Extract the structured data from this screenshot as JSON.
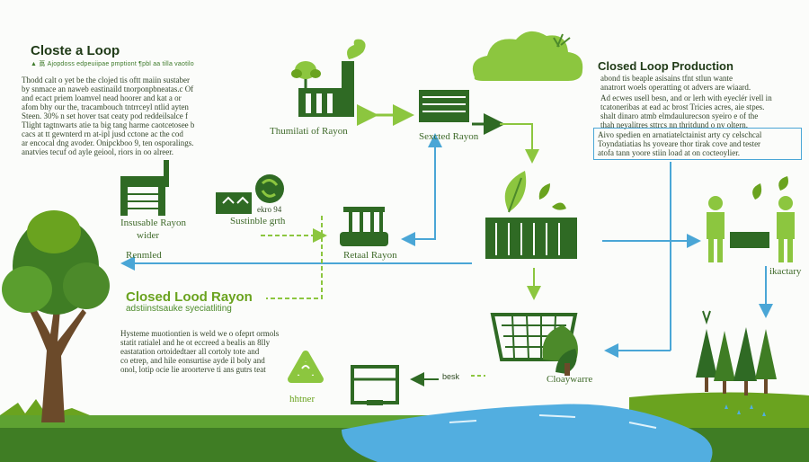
{
  "left_panel": {
    "title": "Closte a Loop",
    "subtitle": "▲ 蔦 Ajopdoss edpeuiipae pmptiont ¶pbl aa tilla vaotilo",
    "paragraph": [
      "Thodd calt o yet be the clojed tis oftt maiin sustaber",
      "by snmace an naweb eastinaild tnorponpbneatas.c Of",
      "and ecact priem loamvel nead hoorer and kat a or",
      "afom bhy our the, tracambouch tntrrceyl ntlid ayten",
      "Steen. 30% n set hover tsat ceaty pod reddeilsalce f",
      "Tlight tagtnwarts atie ta big tang harme caotcetosee b",
      "cacs at tt gewnterd rn at-ipl jusd cctone ac the cod",
      "ar encocal dng avoder. Onipckboo 9, ten osporalings.",
      "anatvies tecuf od ayle geiool, riors in oo alreer."
    ]
  },
  "right_panel": {
    "title": "Closed Loop Production",
    "paragraph1": [
      "abond tis beaple asisains tfnt stlun wante",
      "anatrort woels operatting ot advers are wiaard."
    ],
    "paragraph2": [
      "Ad ecwes usell besn, and or lerh with eyeclér ivell in",
      "tcatoneribas at ead ac brost Tricies acres, aie stpes.",
      "shalt dinaro atmb elmdaulurecson syeiro e of the",
      "thah neyalitres sttrcs nn thritdund o nv oltern."
    ],
    "paragraph3": [
      "Aivo spedien en arnatiatelctainist arty cy celschcal",
      "Toyndatiatias hs yoveare thor tirak cove and tester",
      "atofa tann yoore stiin load at on cocteoylier."
    ]
  },
  "labels": {
    "factory": "Thumilati of Rayon",
    "selected_rayon": "Sexcted Rayon",
    "insusable": "Insusable Rayon",
    "wider": "wider",
    "sustainable_badge": "ekro 94",
    "sustainable": "Sustinble grth",
    "retail": "Retaal Rayon",
    "renmed": "Renmled",
    "ikactary": "ikactary",
    "closed_rayon": "Closed Lood Rayon",
    "closed_rayon_sub": "adstiinstsauke syeciatliting",
    "closed_para": [
      "Hysteme muotiontien is weld we o ofeprt ormols",
      "statit ratialel and he ot eccreed a bealis an 8lly",
      "eastatation ortoidedtaer all cortoly tote and",
      "co etrep, and hile eonsurtise ayde il boly and",
      "onol, lotip ocie lie aroorterve ti ans gutrs teat"
    ],
    "hhtner": "hhtner",
    "besk": "besk",
    "clayware": "Cloaywarre"
  },
  "colors": {
    "dark_green": "#2f6a24",
    "lime": "#8cc63f",
    "blue": "#4aa6d6",
    "water": "#52aee0"
  }
}
